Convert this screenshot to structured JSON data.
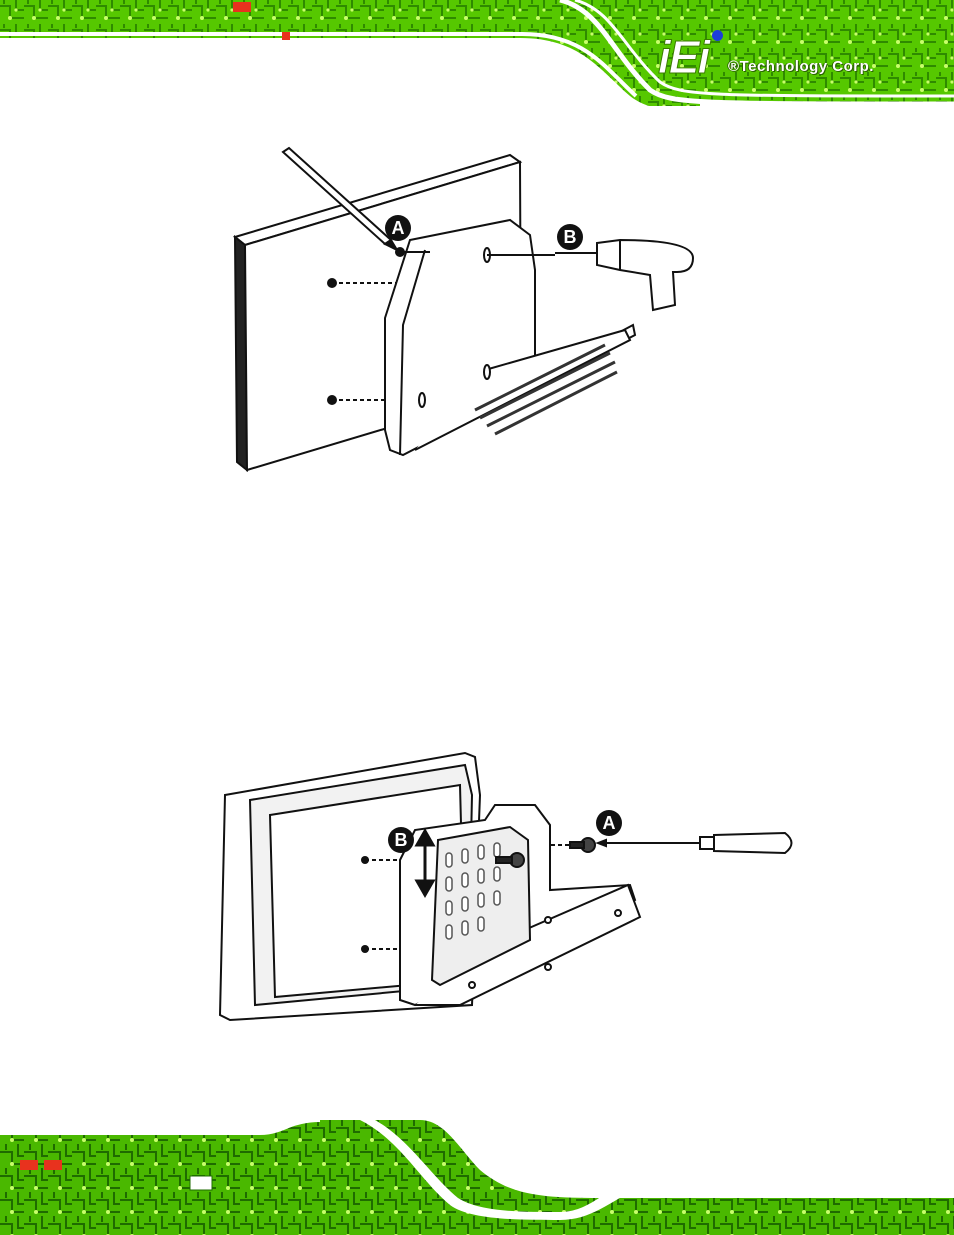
{
  "header": {
    "logo": {
      "mark": "iEi",
      "text": "®Technology Corp."
    },
    "colors": {
      "pcb_green": "#5fd400",
      "pcb_dark": "#1f6b00",
      "accent_dot": "#1d3ddb"
    }
  },
  "figure_1": {
    "callouts": [
      "A",
      "B"
    ],
    "icons": [
      "pencil-icon",
      "drill-icon",
      "wall-panel-icon",
      "bracket-icon"
    ]
  },
  "figure_2": {
    "callouts": [
      "A",
      "B"
    ],
    "icons": [
      "screwdriver-icon",
      "screw-icon",
      "monitor-icon",
      "bracket-icon",
      "slide-arrow-icon"
    ]
  },
  "footer": {
    "colors": {
      "pcb_green": "#5fd400",
      "pcb_dark": "#1f6b00"
    }
  }
}
